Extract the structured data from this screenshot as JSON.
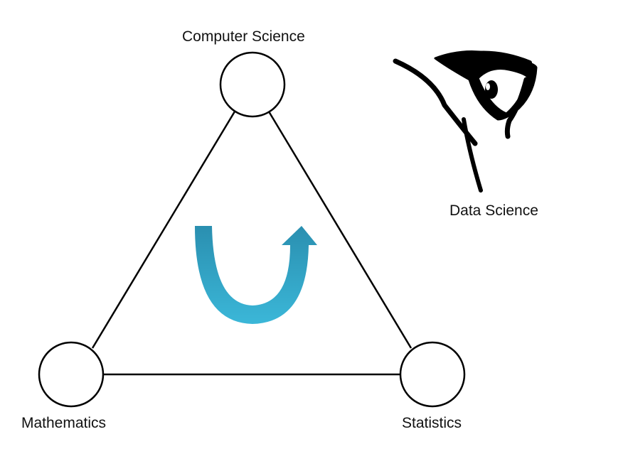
{
  "diagram": {
    "nodes": {
      "top": "Computer Science",
      "bottom_left": "Mathematics",
      "bottom_right": "Statistics"
    },
    "result_label": "Data Science",
    "icons": {
      "cycle_arrow": "u-turn-arrow-icon",
      "result_symbol": "eye-of-horus-icon"
    },
    "colors": {
      "arrow_light": "#3bb7d8",
      "arrow_dark": "#2a8fb0",
      "stroke": "#000000"
    }
  }
}
